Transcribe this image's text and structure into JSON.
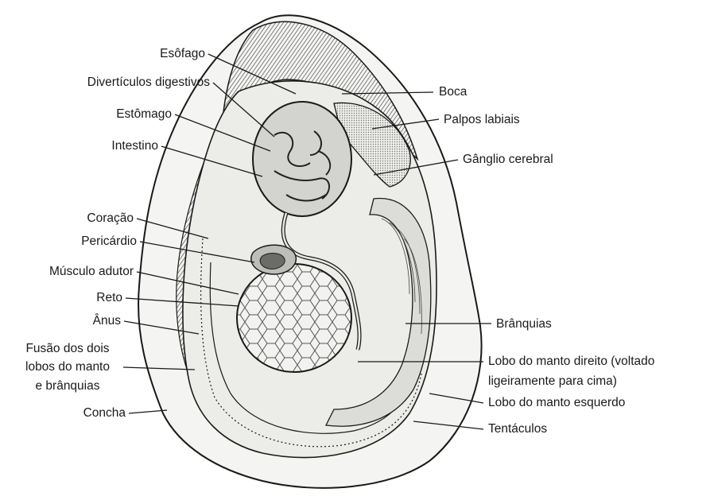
{
  "labels": {
    "esofago": "Esôfago",
    "diverticulos": "Divertículos digestivos",
    "estomago": "Estômago",
    "intestino": "Intestino",
    "coracao": "Coração",
    "pericardio": "Pericárdio",
    "musculo_adutor": "Músculo adutor",
    "reto": "Reto",
    "anus": "Ânus",
    "fusao_1": "Fusão dos dois",
    "fusao_2": "lobos do manto",
    "fusao_3": "e brânquias",
    "concha": "Concha",
    "boca": "Boca",
    "palpos": "Palpos labiais",
    "ganglio": "Gânglio cerebral",
    "branquias": "Brânquias",
    "lobo_direito_1": "Lobo do manto direito (voltado",
    "lobo_direito_2": "ligeiramente para cima)",
    "lobo_esquerdo": "Lobo do manto esquerdo",
    "tentaculos": "Tentáculos"
  },
  "colors": {
    "ink": "#1a1a1a",
    "shell_fill": "#f4f4f2",
    "tissue": "#d9d9d6",
    "dark": "#2a2a2a"
  }
}
